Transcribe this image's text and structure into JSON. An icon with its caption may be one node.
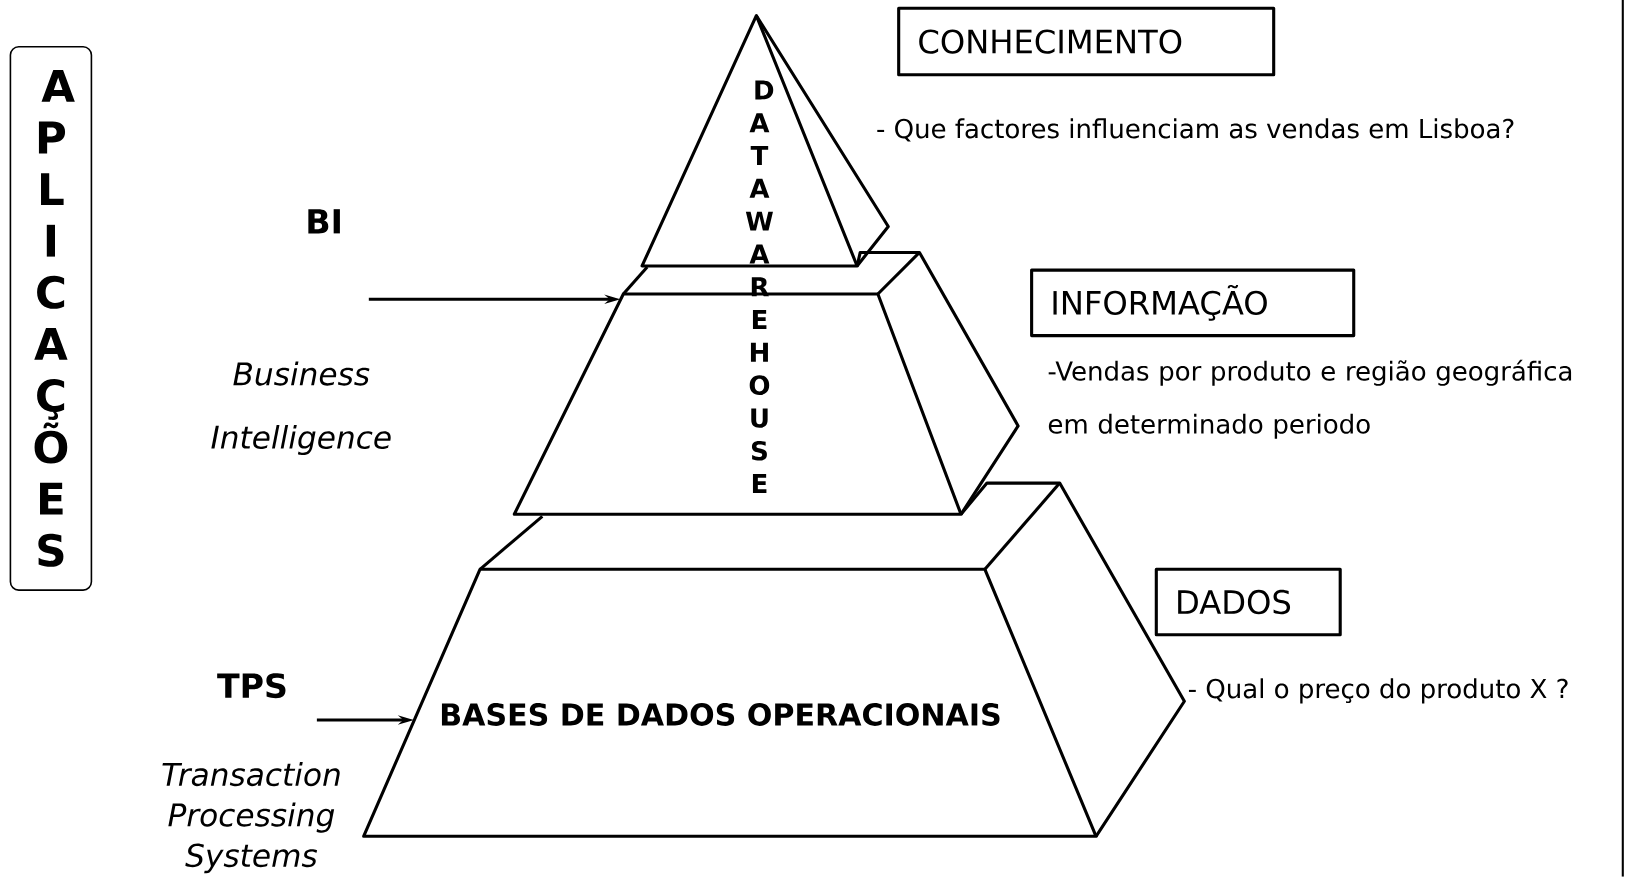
{
  "diagram": {
    "nodes": [
      {
        "text": [
          "APLICAÇÕES"
        ]
      },
      {
        "text": [],
        "shape": "pyramid"
      },
      {
        "text": [],
        "shape": "trapezoid"
      },
      {
        "text": [
          "BASES DE DADOS OPERACIONAIS"
        ]
      },
      {
        "text": [
          "CONHECIMENTO"
        ]
      },
      {
        "text": [
          "INFORMAÇÃO"
        ]
      },
      {
        "text": [
          "DADOS"
        ]
      }
    ],
    "edges": [
      {
        "from": null,
        "to": 2,
        "arrow": "to"
      },
      {
        "from": null,
        "to": 3,
        "arrow": "to"
      }
    ],
    "labels": [
      "BI",
      "Business Intelligence",
      "DATAWAREHOUSE",
      "TPS",
      "Transaction Processing Systems",
      "- Que factores influenciam as vendas em Lisboa?",
      "-Vendas por produto e região geográfica em determinado periodo",
      "- Qual o preço do produto X ?"
    ]
  }
}
